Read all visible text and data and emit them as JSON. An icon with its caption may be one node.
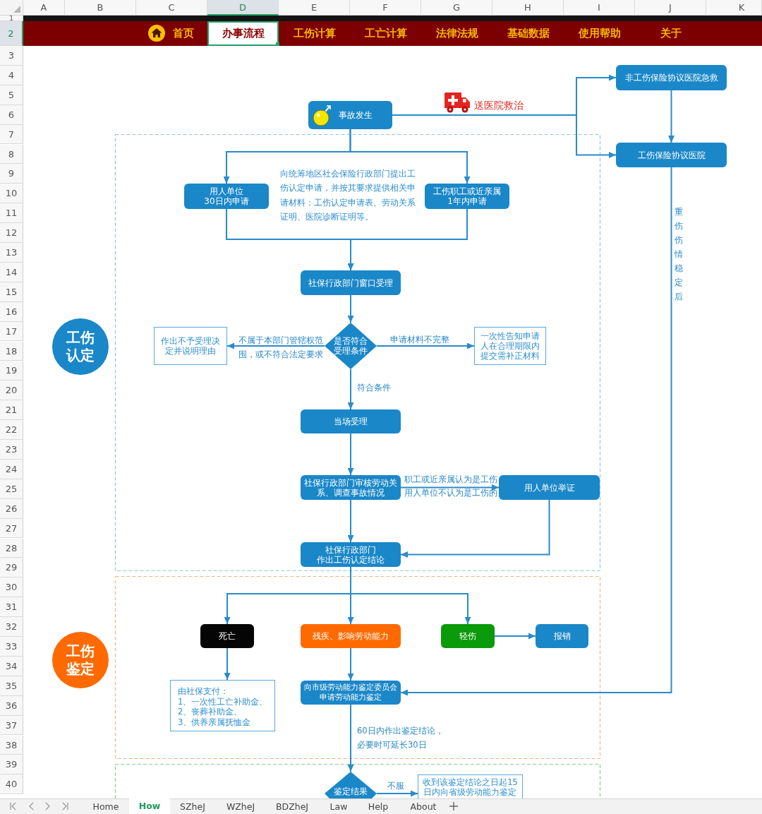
{
  "diagram": {
    "nodes": [
      {
        "text": [
          "事故发生"
        ]
      },
      {
        "text": [
          "非工伤保险协议医院急救"
        ]
      },
      {
        "text": [
          "工伤保险协议医院"
        ]
      },
      {
        "text": [
          "用人单位30日内申请"
        ]
      },
      {
        "text": [
          "工伤职工或近亲属1年内申请"
        ]
      },
      {
        "text": [
          "社保行政部门窗口受理"
        ]
      },
      {
        "text": [
          "是否符合受理条件"
        ]
      },
      {
        "text": [
          "作出不予受理决定并说明理由"
        ]
      },
      {
        "text": [
          "一次性告知申请人在合理期限内提交需补正材料"
        ]
      },
      {
        "text": [
          "当场受理"
        ]
      },
      {
        "text": [
          "社保行政部门审核劳动关系、调查事故情况"
        ]
      },
      {
        "text": [
          "用人单位举证"
        ]
      },
      {
        "text": [
          "社保行政部门作出工伤认定结论"
        ]
      },
      {
        "text": [
          "工伤认定"
        ]
      },
      {
        "text": [
          "工伤鉴定"
        ]
      },
      {
        "text": [
          "死亡"
        ]
      },
      {
        "text": [
          "残疾、影响劳动能力"
        ]
      },
      {
        "text": [
          "轻伤"
        ]
      },
      {
        "text": [
          "报销"
        ]
      },
      {
        "text": [
          "由社保支付：",
          "1、一次性工亡补助金、",
          "2、丧葬补助金、",
          "3、供养亲属抚恤金"
        ]
      },
      {
        "text": [
          "向市级劳动能力鉴定委员会申请劳动能力鉴定"
        ]
      },
      {
        "text": [
          "鉴定结果"
        ]
      },
      {
        "text": [
          "收到该鉴定结论之日起15日内向省级劳动能力鉴定"
        ]
      }
    ],
    "edges": [
      {
        "from": 0,
        "to": 1,
        "arrow": "to",
        "label": "送医院救治"
      },
      {
        "from": 0,
        "to": 2,
        "arrow": "to"
      },
      {
        "from": 1,
        "to": 2,
        "arrow": "to"
      },
      {
        "from": 0,
        "to": 3,
        "arrow": "to"
      },
      {
        "from": 0,
        "to": 4,
        "arrow": "to"
      },
      {
        "from": 3,
        "to": 5,
        "arrow": "to"
      },
      {
        "from": 4,
        "to": 5,
        "arrow": "to"
      },
      {
        "from": 5,
        "to": 6,
        "arrow": "to"
      },
      {
        "from": 6,
        "to": 7,
        "arrow": "to",
        "label": "不属于本部门管辖权范围，或不符合法定要求"
      },
      {
        "from": 6,
        "to": 8,
        "arrow": "to",
        "label": "申请材料不完整"
      },
      {
        "from": 6,
        "to": 9,
        "arrow": "to",
        "label": "符合条件"
      },
      {
        "from": 9,
        "to": 10,
        "arrow": "to"
      },
      {
        "from": 10,
        "to": 11,
        "arrow": "to",
        "label": "职工或近亲属认为是工伤用人单位不认为是工伤的"
      },
      {
        "from": 10,
        "to": 12,
        "arrow": "to"
      },
      {
        "from": 11,
        "to": 12,
        "arrow": "to"
      },
      {
        "from": 2,
        "to": 20,
        "arrow": "to",
        "label": "重伤伤情稳定后"
      },
      {
        "from": 12,
        "to": 15,
        "arrow": "to"
      },
      {
        "from": 12,
        "to": 16,
        "arrow": "to"
      },
      {
        "from": 12,
        "to": 17,
        "arrow": "to"
      },
      {
        "from": 17,
        "to": 18,
        "arrow": "to"
      },
      {
        "from": 15,
        "to": 19,
        "arrow": "to"
      },
      {
        "from": 16,
        "to": 20,
        "arrow": "to"
      },
      {
        "from": 20,
        "to": 21,
        "arrow": "to",
        "label": "60日内作出鉴定结论，必要时可延长30日"
      },
      {
        "from": 21,
        "to": 22,
        "arrow": "to",
        "label": "不服"
      }
    ],
    "labels": [
      "A",
      "B",
      "C",
      "D",
      "E",
      "F",
      "G",
      "H",
      "I",
      "J",
      "K",
      "1",
      "2",
      "3",
      "4",
      "5",
      "6",
      "7",
      "8",
      "9",
      "10",
      "11",
      "12",
      "13",
      "14",
      "15",
      "16",
      "17",
      "18",
      "19",
      "20",
      "21",
      "22",
      "23",
      "24",
      "25",
      "26",
      "27",
      "28",
      "29",
      "30",
      "31",
      "32",
      "33",
      "34",
      "35",
      "36",
      "37",
      "38",
      "39",
      "40",
      "首页",
      "办事流程",
      "工伤计算",
      "工亡计算",
      "法律法规",
      "基础数据",
      "使用帮助",
      "关于",
      "向统筹地区社会保险行政部门提出工伤认定申请，并按其要求提供相关申请材料：工伤认定申请表、劳动关系证明、医院诊断证明等。",
      "Home",
      "How",
      "SZheJ",
      "WZheJ",
      "BDZheJ",
      "Law",
      "Help",
      "About"
    ]
  }
}
